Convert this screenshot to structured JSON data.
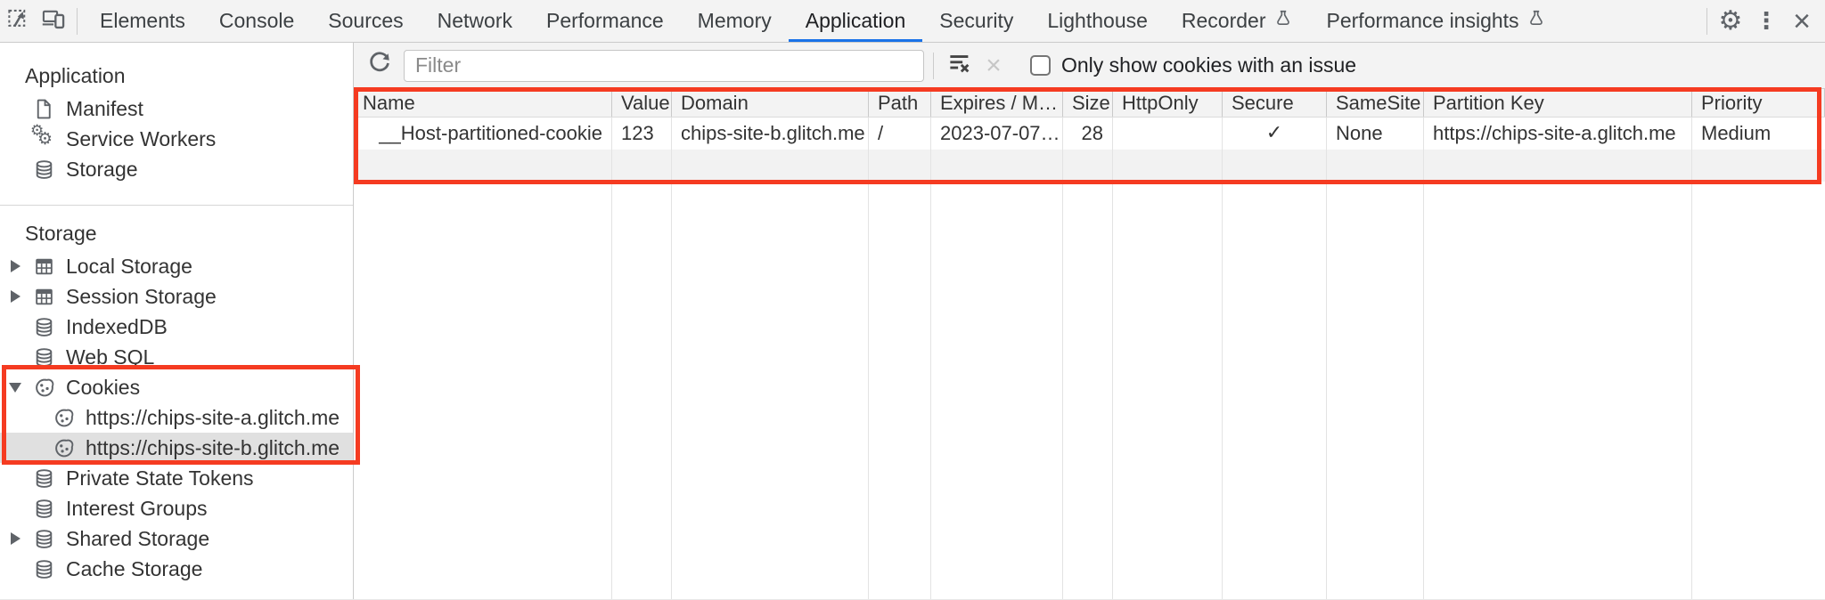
{
  "tab_bar": {
    "tabs": [
      "Elements",
      "Console",
      "Sources",
      "Network",
      "Performance",
      "Memory",
      "Application",
      "Security",
      "Lighthouse",
      "Recorder",
      "Performance insights"
    ],
    "selected_tab": "Application"
  },
  "sidebar": {
    "app_section_title": "Application",
    "app_items": [
      "Manifest",
      "Service Workers",
      "Storage"
    ],
    "storage_section_title": "Storage",
    "storage_items": [
      "Local Storage",
      "Session Storage",
      "IndexedDB",
      "Web SQL",
      "Cookies",
      "https://chips-site-a.glitch.me",
      "https://chips-site-b.glitch.me",
      "Private State Tokens",
      "Interest Groups",
      "Shared Storage",
      "Cache Storage"
    ],
    "selected_item": "https://chips-site-b.glitch.me"
  },
  "cookies_panel": {
    "filter_placeholder": "Filter",
    "only_issue_label": "Only show cookies with an issue",
    "columns": [
      "Name",
      "Value",
      "Domain",
      "Path",
      "Expires / M…",
      "Size",
      "HttpOnly",
      "Secure",
      "SameSite",
      "Partition Key",
      "Priority"
    ],
    "row": {
      "name": "__Host-partitioned-cookie",
      "value": "123",
      "domain": "chips-site-b.glitch.me",
      "path": "/",
      "expires": "2023-07-07…",
      "size": "28",
      "http_only": "",
      "secure": "✓",
      "same_site": "None",
      "partition_key": "https://chips-site-a.glitch.me",
      "priority": "Medium"
    }
  },
  "icons": {
    "inspect": "cursor-in-dashed-box",
    "device_toolbar": "laptop-and-phone",
    "flask": "experiment-flask",
    "settings": "gear",
    "more": "kebab-menu",
    "close": "x",
    "refresh": "circular-arrow",
    "clear_all": "lines-with-x",
    "manifest": "document",
    "service_workers": "two-gears",
    "database": "cylinder",
    "table_storage": "grid-table",
    "cookie": "bitten-cookie"
  },
  "colors": {
    "accent_blue": "#1a73e8",
    "annotation_red": "#f53b21",
    "selection_gray": "#e0e0e0",
    "toolbar_gray": "#f3f3f3"
  }
}
